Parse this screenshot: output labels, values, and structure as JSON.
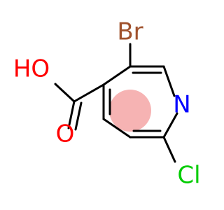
{
  "structure": {
    "atoms": {
      "bromine": {
        "label": "Br",
        "color": "#a0522d"
      },
      "hydroxyl": {
        "label": "HO",
        "color": "#ff0000"
      },
      "carbonyl_oxygen": {
        "label": "O",
        "color": "#ff0000"
      },
      "nitrogen": {
        "label": "N",
        "color": "#0000ff"
      },
      "chlorine": {
        "label": "Cl",
        "color": "#00cc00"
      }
    },
    "aromatic_highlight_color": "#f4a6a6",
    "bond_color": "#000000"
  }
}
